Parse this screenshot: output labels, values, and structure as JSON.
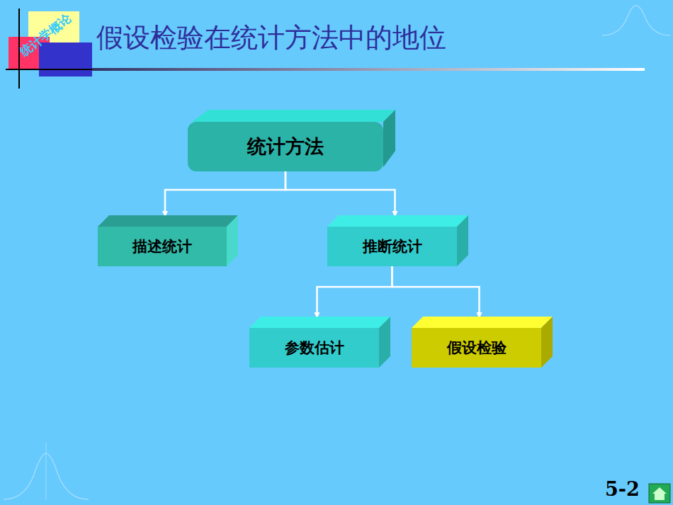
{
  "diagram": {
    "title": "假设检验在统计方法中的地位",
    "nodes": [
      {
        "text": [
          "统计方法"
        ]
      },
      {
        "text": [
          "描述统计"
        ]
      },
      {
        "text": [
          "推断统计"
        ]
      },
      {
        "text": [
          "参数估计"
        ]
      },
      {
        "text": [
          "假设检验"
        ]
      }
    ],
    "edges": [
      {
        "from": 0,
        "to": 1,
        "arrow": "to"
      },
      {
        "from": 0,
        "to": 2,
        "arrow": "to"
      },
      {
        "from": 2,
        "to": 3,
        "arrow": "to"
      },
      {
        "from": 2,
        "to": 4,
        "arrow": "to"
      }
    ],
    "labels": [
      "统计学概论",
      "5-2"
    ]
  }
}
